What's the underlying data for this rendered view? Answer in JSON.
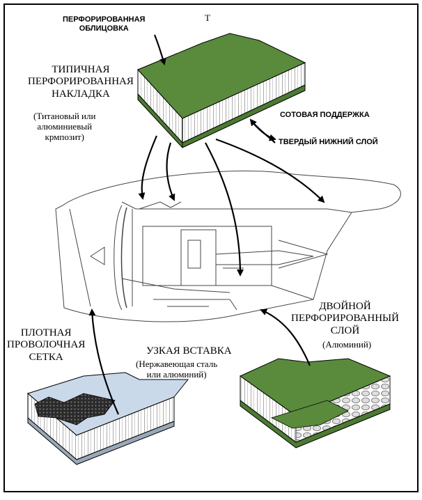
{
  "labels": {
    "perforated_face": [
      "ПЕРФОРИРОВАННАЯ",
      "ОБЛИЦОВКА"
    ],
    "t_mark": "T",
    "typical_overlay": [
      "ТИПИЧНАЯ",
      "ПЕРФОРИРОВАННАЯ",
      "НАКЛАДКА"
    ],
    "typical_material": [
      "(Титановый или",
      "алюминиевый",
      "крмпозит)"
    ],
    "honeycomb_support": "СОТОВАЯ ПОДДЕРЖКА",
    "solid_bottom": "ТВЕРДЫЙ НИЖНИЙ СЛОЙ",
    "double_perforated": [
      "ДВОЙНОЙ",
      "ПЕРФОРИРОВАННЫЙ",
      "СЛОЙ"
    ],
    "double_material": "(Алюминий)",
    "dense_mesh": [
      "ПЛОТНАЯ",
      "ПРОВОЛОЧНАЯ",
      "СЕТКА"
    ],
    "narrow_insert": "УЗКАЯ ВСТАВКА",
    "narrow_material": [
      "(Нержавеющая сталь",
      "или алюминий)"
    ]
  },
  "colors": {
    "face_green": "#5a8a3c",
    "mesh_blue": "#c9d9ea",
    "mesh_dark": "#2a2a2a",
    "line": "#000000"
  }
}
